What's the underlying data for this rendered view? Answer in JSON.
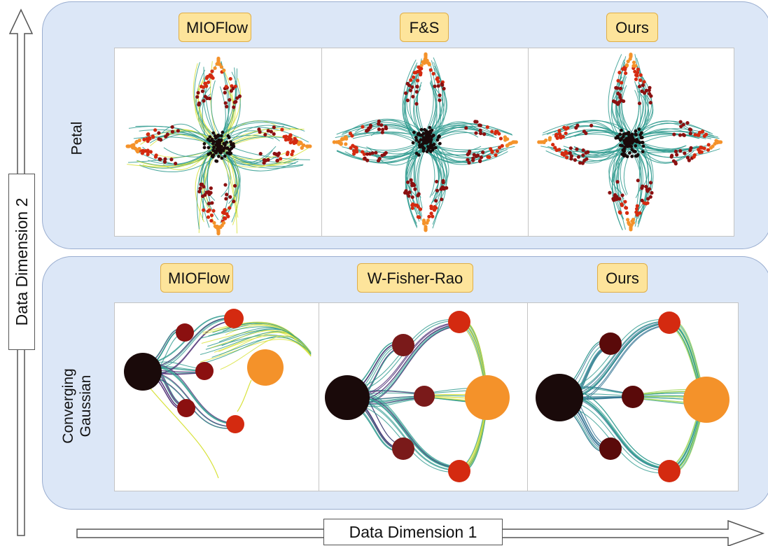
{
  "axes": {
    "x_label": "Data Dimension 1",
    "y_label": "Data Dimension 2"
  },
  "rows": [
    {
      "label": [
        "Petal"
      ],
      "methods": [
        "MIOFlow",
        "F&S",
        "Ours"
      ]
    },
    {
      "label": [
        "Converging",
        "Gaussian"
      ],
      "methods": [
        "MIOFlow",
        "W-Fisher-Rao",
        "Ours"
      ]
    }
  ],
  "colors": {
    "panel_bg": "#dce7f7",
    "tag_bg": "#fde49b",
    "point_dark": "#1a0a0a",
    "point_mid": "#8b1010",
    "point_red": "#d42a10",
    "point_orange": "#f4922a",
    "trajectory_teal": "#2e9a8e",
    "trajectory_yellow": "#d8e23a",
    "trajectory_purple": "#46246e"
  }
}
